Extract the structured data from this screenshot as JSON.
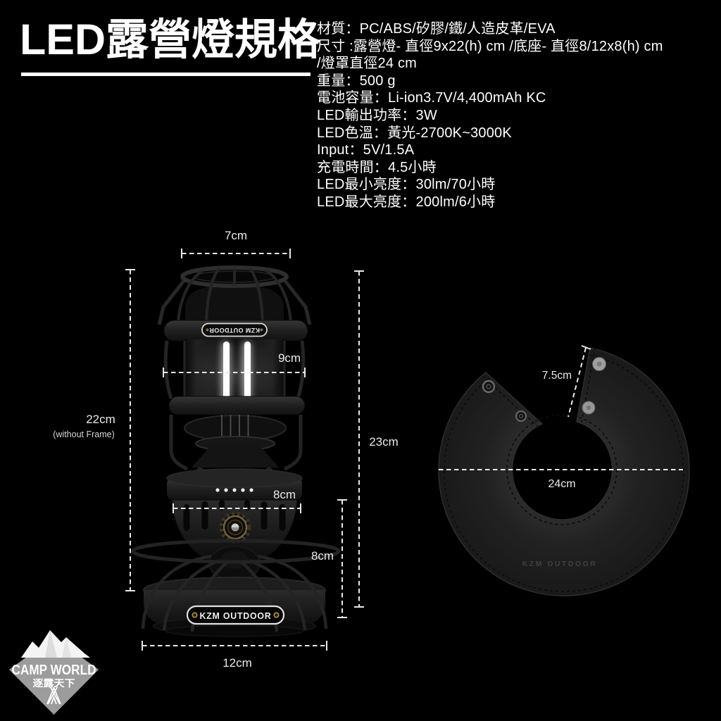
{
  "header": {
    "title": "LED露營燈規格"
  },
  "specs": [
    "材質：PC/ABS/矽膠/鐵/人造皮革/EVA",
    "尺寸 :露營燈- 直徑9x22(h) cm /底座- 直徑8/12x8(h) cm",
    "/燈罩直徑24 cm",
    "重量：500 g",
    "電池容量：Li-ion3.7V/4,400mAh KC",
    "LED輸出功率：3W",
    "LED色溫：黃光-2700K~3000K",
    "Input：5V/1.5A",
    "充電時間：4.5小時",
    "LED最小亮度：30lm/70小時",
    "LED最大亮度：200lm/6小時"
  ],
  "lantern": {
    "badge_top": "KZM OUTDOOR",
    "badge_base": "KZM OUTDOOR",
    "dims": {
      "top": "7cm",
      "globe": "9cm",
      "height": "22cm",
      "height_note": "(without Frame)",
      "total": "23cm",
      "belly": "8cm",
      "base_height": "8cm",
      "base_width": "12cm"
    }
  },
  "shade": {
    "brand": "KZM OUTDOOR",
    "dims": {
      "flap_gap": "7.5cm",
      "diameter": "24cm"
    }
  },
  "logo": {
    "name": "CAMP WORLD",
    "name_zh": "逐露天下"
  },
  "colors": {
    "background": "#000000",
    "text": "#ffffff",
    "dimension_lines": "#eaeaea",
    "shade_fill": "#1e1e1e",
    "logo_gray": "#9c9c9c",
    "badge_outline": "#e2e2e2",
    "led_glow": "#ffffff",
    "knob_bronze": "#71603f"
  }
}
